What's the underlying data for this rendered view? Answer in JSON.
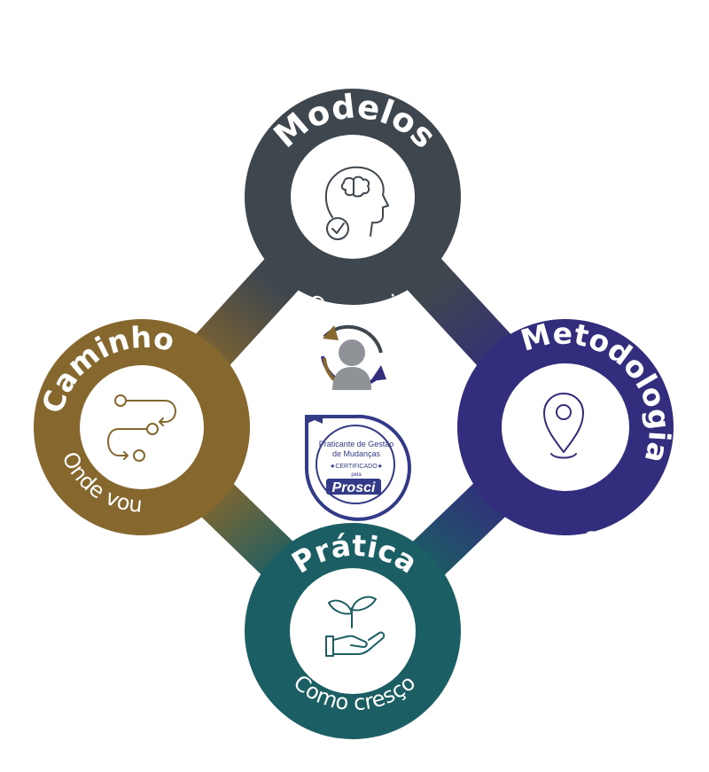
{
  "nodes": {
    "modelos": {
      "title": "Modelos",
      "subtitle": "O que sei",
      "color": "#3f474e",
      "icon": "head-brain-check-icon"
    },
    "metodologia": {
      "title": "Metodologia",
      "subtitle": "O que faço",
      "color": "#322d7c",
      "icon": "map-pin-icon"
    },
    "pratica": {
      "title": "Prática",
      "subtitle": "Como cresço",
      "color": "#1b5e64",
      "icon": "hand-sprout-icon"
    },
    "caminho": {
      "title": "Caminho",
      "subtitle": "Onde vou",
      "color": "#86672d",
      "icon": "route-path-icon"
    }
  },
  "center": {
    "avatar_icon": "person-cycle-icon",
    "badge": {
      "line1": "Praticante de Gestão",
      "line2": "de Mudanças",
      "certified": "★CERTIFICADO★",
      "by": "pela",
      "brand": "Prosci",
      "color": "#333a87"
    }
  }
}
